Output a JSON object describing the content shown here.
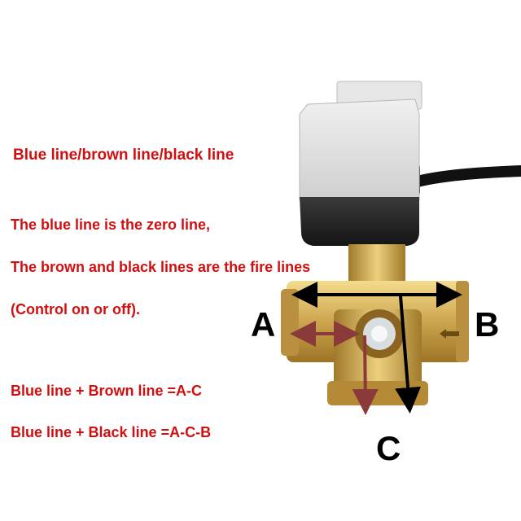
{
  "labels": {
    "heading": "Blue line/brown line/black line",
    "zero_line": "The blue line is the zero line,",
    "fire_lines": "The brown and black lines are the fire lines",
    "control": "(Control on or off).",
    "combo_ac": "Blue line + Brown line =A-C",
    "combo_acb": "Blue line + Black line =A-C-B"
  },
  "ports": {
    "a": "A",
    "b": "B",
    "c": "C"
  },
  "colors": {
    "text_red": "#d01010",
    "arrow_brown": "#8b3a3a",
    "arrow_black": "#000000",
    "brass": "#c9a24a",
    "actuator_grey": "#d9d9d9",
    "actuator_black": "#2a2a2a"
  }
}
